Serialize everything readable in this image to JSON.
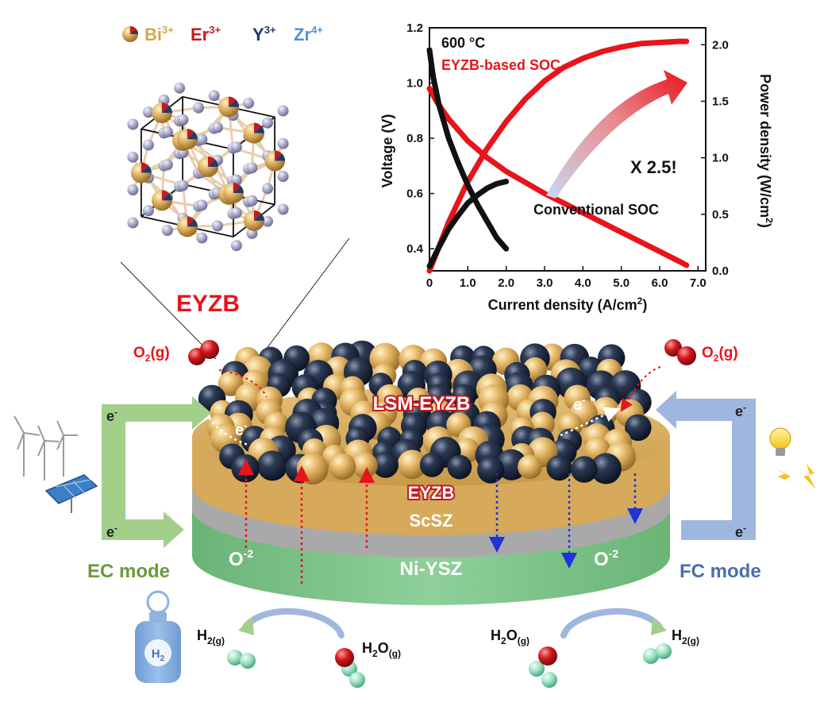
{
  "legend": {
    "bi": "Bi",
    "bi_charge": "3+",
    "er": "Er",
    "er_charge": "3+",
    "y": "Y",
    "y_charge": "3+",
    "zr": "Zr",
    "zr_charge": "4+"
  },
  "crystal_label": "EYZB",
  "chart_data": {
    "type": "line",
    "annotations": {
      "temperature": "600 °C",
      "red_series_label": "EYZB-based SOC",
      "improvement": "X 2.5!",
      "black_series_label": "Conventional SOC"
    },
    "xlabel": "Current density (A/cm",
    "xlabel_sup": "2",
    "xlabel_end": ")",
    "ylabel": "Voltage (V)",
    "y2label": "Power density (W/cm",
    "y2label_sup": "2",
    "y2label_end": ")",
    "xlim": [
      0,
      7.2
    ],
    "ylim": [
      0.32,
      1.2
    ],
    "y2lim": [
      0,
      2.15
    ],
    "x_ticks": [
      "0",
      "1.0",
      "2.0",
      "3.0",
      "4.0",
      "5.0",
      "6.0",
      "7.0"
    ],
    "y_ticks": [
      "0.4",
      "0.6",
      "0.8",
      "1.0",
      "1.2"
    ],
    "y2_ticks": [
      "0.0",
      "0.5",
      "1.0",
      "1.5",
      "2.0"
    ],
    "series": [
      {
        "axis": "voltage",
        "color": "#e8141c",
        "x": [
          0,
          0.2,
          0.5,
          1.0,
          1.5,
          2.0,
          2.5,
          3.0,
          3.5,
          4.0,
          4.5,
          5.0,
          5.5,
          6.0,
          6.5,
          6.7
        ],
        "y": [
          0.98,
          0.93,
          0.87,
          0.79,
          0.73,
          0.68,
          0.64,
          0.6,
          0.565,
          0.53,
          0.495,
          0.46,
          0.425,
          0.39,
          0.355,
          0.34
        ]
      },
      {
        "axis": "power",
        "color": "#e8141c",
        "x": [
          0,
          0.5,
          1.0,
          1.5,
          2.0,
          2.5,
          3.0,
          3.5,
          4.0,
          4.5,
          5.0,
          5.5,
          6.0,
          6.5,
          6.7
        ],
        "y": [
          0,
          0.43,
          0.79,
          1.08,
          1.32,
          1.52,
          1.68,
          1.8,
          1.88,
          1.94,
          1.98,
          2.01,
          2.02,
          2.03,
          2.03
        ]
      },
      {
        "axis": "voltage",
        "color": "#111111",
        "x": [
          0,
          0.1,
          0.25,
          0.5,
          0.75,
          1.0,
          1.25,
          1.5,
          1.75,
          2.0
        ],
        "y": [
          1.12,
          1.02,
          0.92,
          0.8,
          0.71,
          0.63,
          0.56,
          0.5,
          0.44,
          0.4
        ]
      },
      {
        "axis": "power",
        "color": "#111111",
        "x": [
          0,
          0.25,
          0.5,
          0.75,
          1.0,
          1.25,
          1.5,
          1.75,
          2.0
        ],
        "y": [
          0.04,
          0.21,
          0.37,
          0.49,
          0.6,
          0.67,
          0.73,
          0.77,
          0.79
        ]
      }
    ]
  },
  "cell": {
    "o2_left": "O",
    "o2_right": "O",
    "o2_sub": "2",
    "o2_gas": "(g)",
    "cathode_label": "LSM-EYZB",
    "electron": "e",
    "electron_sup": "-",
    "layer_eyzb": "EYZB",
    "layer_scsz": "ScSZ",
    "layer_niysz": "Ni-YSZ",
    "oxide_ion": "O",
    "oxide_ion_sup": "-2",
    "ec_mode": "EC mode",
    "fc_mode": "FC mode",
    "h2": "H",
    "h2_sub": "2(g)",
    "h2o": "H",
    "h2o_sub2": "2",
    "h2o_o": "O",
    "h2o_sub": "(g)",
    "tank_label": "H",
    "tank_sub": "2"
  },
  "colors": {
    "bi": "#e0b05a",
    "er": "#c21a22",
    "y": "#1f3a6b",
    "zr": "#4f93d6",
    "ec_green": "#a3cf8b",
    "fc_blue": "#9fb6de",
    "ec_text": "#6a9a3c",
    "fc_text": "#4a6eae",
    "eyzb_layer": "#d4a85a",
    "scsz_layer": "#a7a7a7",
    "niysz_layer": "#78c184",
    "red": "#e8141c"
  }
}
